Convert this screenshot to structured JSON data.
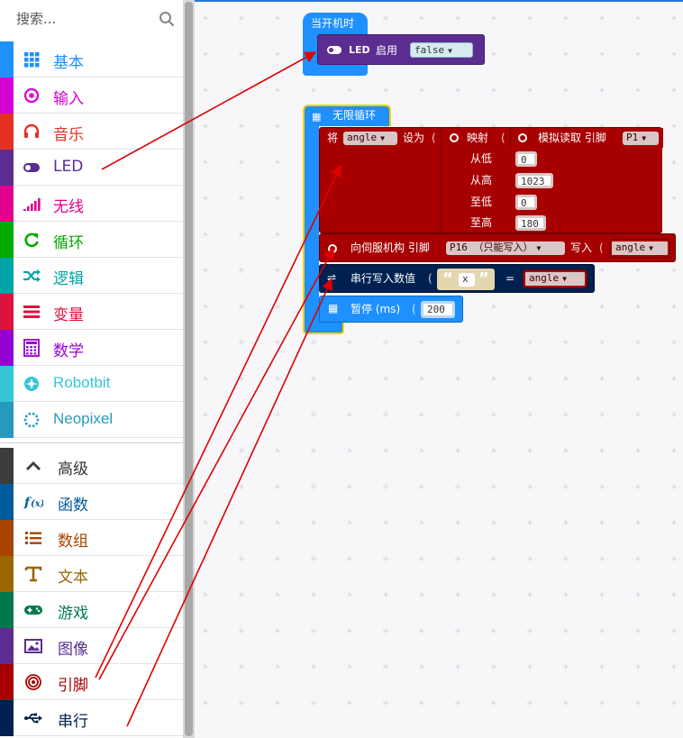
{
  "search": {
    "placeholder": "搜索..."
  },
  "categories": [
    {
      "label": "基本",
      "icon": "grid-icon",
      "color": "#1e90ff"
    },
    {
      "label": "输入",
      "icon": "target-icon",
      "color": "#d400d4"
    },
    {
      "label": "音乐",
      "icon": "headphones-icon",
      "color": "#e63022"
    },
    {
      "label": "LED",
      "icon": "toggle-icon",
      "color": "#5c2d91"
    },
    {
      "label": "无线",
      "icon": "signal-bars-icon",
      "color": "#e3008c"
    },
    {
      "label": "循环",
      "icon": "loop-icon",
      "color": "#00aa00"
    },
    {
      "label": "逻辑",
      "icon": "shuffle-icon",
      "color": "#00a4a6"
    },
    {
      "label": "变量",
      "icon": "list-lines-icon",
      "color": "#dc143c"
    },
    {
      "label": "数学",
      "icon": "calculator-icon",
      "color": "#9400d3"
    },
    {
      "label": "Robotbit",
      "icon": "robot-icon",
      "color": "#36c5d6"
    },
    {
      "label": "Neopixel",
      "icon": "ring-icon",
      "color": "#2699bf"
    }
  ],
  "advanced": [
    {
      "label": "高级",
      "icon": "chevron-up-icon",
      "color": "#3c3c3c"
    },
    {
      "label": "函数",
      "icon": "function-icon",
      "color": "#005a9e"
    },
    {
      "label": "数组",
      "icon": "numbered-list-icon",
      "color": "#a94400"
    },
    {
      "label": "文本",
      "icon": "text-t-icon",
      "color": "#996600"
    },
    {
      "label": "游戏",
      "icon": "gamepad-icon",
      "color": "#007a4b"
    },
    {
      "label": "图像",
      "icon": "image-icon",
      "color": "#5c2d91"
    },
    {
      "label": "引脚",
      "icon": "pin-target-icon",
      "color": "#a80000"
    },
    {
      "label": "串行",
      "icon": "usb-icon",
      "color": "#002050"
    }
  ],
  "blocks": {
    "on_start": {
      "title": "当开机时",
      "led_label": "LED",
      "led_action": "启用",
      "led_value": "false"
    },
    "forever": {
      "title": "无限循环"
    },
    "set_var": {
      "keyword": "将",
      "var": "angle",
      "to": "设为",
      "paren": "("
    },
    "map": {
      "label": "映射",
      "paren": "(",
      "from_low_label": "从低",
      "from_low": "0",
      "from_high_label": "从高",
      "from_high": "1023",
      "to_low_label": "至低",
      "to_low": "0",
      "to_high_label": "至高",
      "to_high": "180"
    },
    "analog_read": {
      "label": "模拟读取 引脚",
      "pin": "P1"
    },
    "servo": {
      "label": "向伺服机构 引脚",
      "pin": "P16 （只能写入）",
      "write": "写入",
      "paren": "(",
      "value": "angle"
    },
    "serial": {
      "label": "串行写入数值",
      "paren": "(",
      "name": "x",
      "quote_open": "“",
      "quote_close": "”",
      "eq": "=",
      "value": "angle"
    },
    "pause": {
      "label": "暂停 (ms)",
      "paren": "(",
      "value": "200"
    }
  },
  "colors": {
    "basic": "#1e90ff",
    "led": "#5c2d91",
    "pins": "#a80000",
    "serial": "#002050",
    "text": "#e3d7b0",
    "variable": "#a80000",
    "workspace": "#f7f7f9",
    "annotation_arrow": "#e00000"
  }
}
